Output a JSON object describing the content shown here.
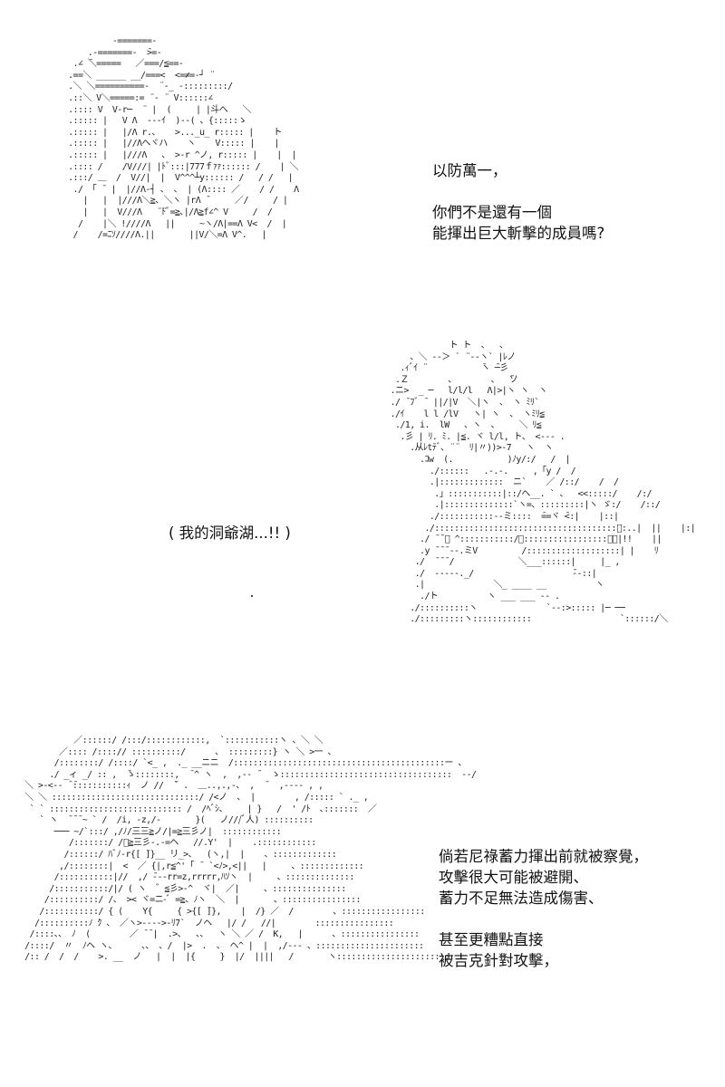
{
  "panel_top": {
    "text_lines": [
      "以防萬一，",
      "",
      "你們不是還有一個",
      "能揮出巨大斬擊的成員嗎?"
    ]
  },
  "panel_middle": {
    "text_lines": [
      "( 我的洞爺湖...!! )"
    ]
  },
  "panel_bottom": {
    "text_lines": [
      "倘若尼祿蓄力揮出前就被察覺，",
      "攻擊很大可能被避開、",
      "蓄力不足無法造成傷害、",
      "",
      "甚至更糟點直接",
      "被吉克針對攻擊，"
    ]
  }
}
